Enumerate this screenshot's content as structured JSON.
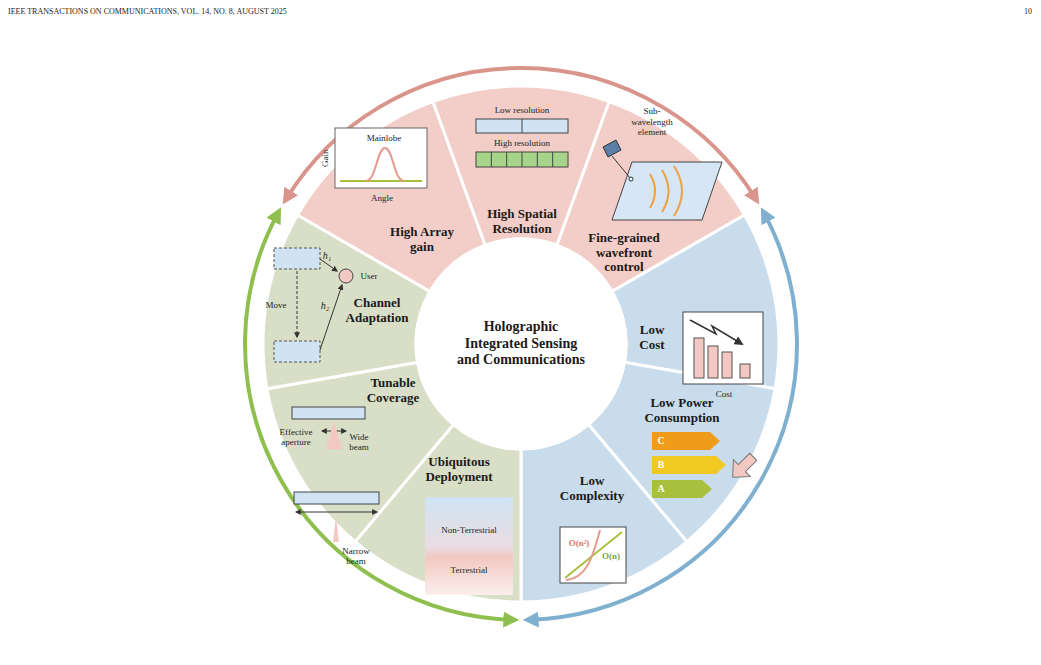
{
  "diagram": {
    "nodes": [
      {
        "text": [
          "Holographic Integrated Sensing and Communications"
        ]
      },
      {
        "text": [
          "High Spatial Resolution"
        ]
      },
      {
        "text": [
          "Fine-grained wavefront control"
        ]
      },
      {
        "text": [
          "Low Cost"
        ]
      },
      {
        "text": [
          "Low Power Consumption"
        ]
      },
      {
        "text": [
          "Low Complexity"
        ]
      },
      {
        "text": [
          "Ubiquitous Deployment"
        ]
      },
      {
        "text": [
          "Tunable Coverage"
        ]
      },
      {
        "text": [
          "Channel Adaptation"
        ]
      },
      {
        "text": [
          "High Array gain"
        ]
      }
    ],
    "labels": [
      "IEEE TRANSACTIONS ON COMMUNICATIONS, VOL. 14, NO. 8, AUGUST 2025",
      "10",
      "Mainlobe",
      "Gain",
      "Angle",
      "Low resolution",
      "High resolution",
      "Sub-wavelength element",
      "Cost",
      "C",
      "B",
      "A",
      "O(n²)",
      "O(n)",
      "Non-Terrestrial",
      "Terrestrial",
      "Effective aperture",
      "Wide beam",
      "Narrow beam",
      "Move",
      "User",
      "h₁",
      "h₂"
    ]
  }
}
